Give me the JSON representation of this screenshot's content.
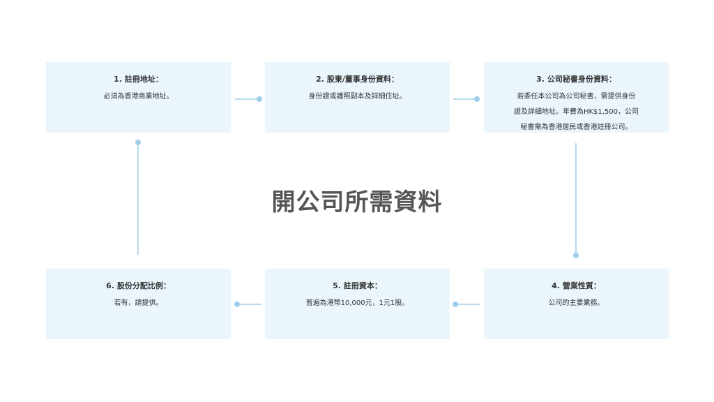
{
  "title": "開公司所需資料",
  "steps": [
    {
      "title": "1. 註冊地址：",
      "lines": [
        "必須為香港商業地址。"
      ]
    },
    {
      "title": "2. 股東/董事身份資料：",
      "lines": [
        "身份證或護照副本及詳細住址。"
      ]
    },
    {
      "title": "3. 公司秘書身份資料：",
      "lines": [
        "若委任本公司為公司秘書，需提供身份",
        "證及詳細地址。年費為HK$1,500，公司",
        "秘書需為香港居民或香港註冊公司。"
      ]
    },
    {
      "title": "4. 營業性質：",
      "lines": [
        "公司的主要業務。"
      ]
    },
    {
      "title": "5. 註冊資本：",
      "lines": [
        "普遍為港幣10,000元，1元1股。"
      ]
    },
    {
      "title": "6. 股份分配比例：",
      "lines": [
        "若有，請提供。"
      ]
    }
  ],
  "colors": {
    "box_fill": "#eaf5fc",
    "connector": "#9fcdea",
    "title_text": "#555555",
    "body_text": "#333333"
  }
}
